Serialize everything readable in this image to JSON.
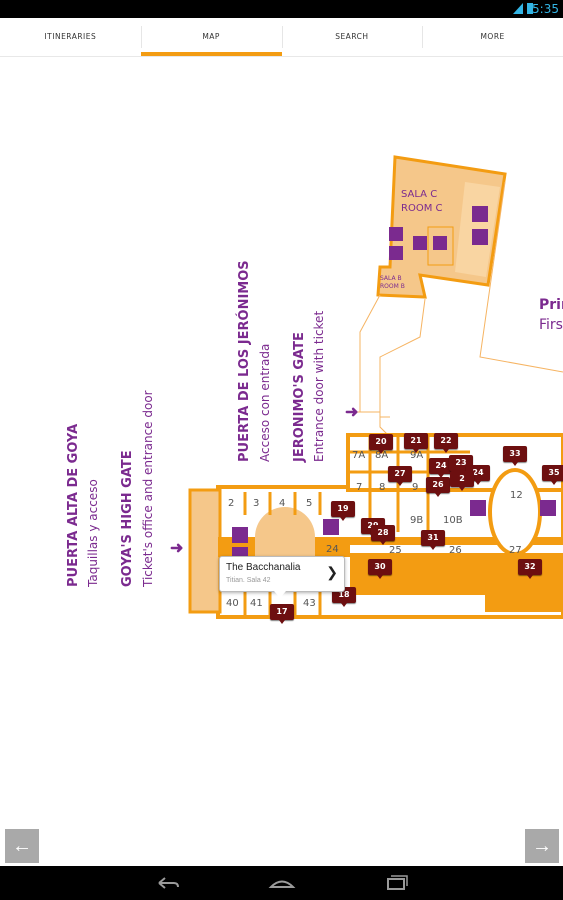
{
  "status": {
    "time": "5:35"
  },
  "tabs": [
    {
      "label": "ITINERARIES"
    },
    {
      "label": "MAP"
    },
    {
      "label": "SEARCH"
    },
    {
      "label": "MORE"
    }
  ],
  "map": {
    "goya_gate": {
      "name": "PUERTA ALTA DE GOYA",
      "sub": "Taquillas y acceso",
      "name_en": "GOYA'S HIGH GATE",
      "sub_en": "Ticket's office and entrance door"
    },
    "jeronimos_gate": {
      "name": "PUERTA DE LOS JERÓNIMOS",
      "sub": "Acceso con entrada",
      "name_en": "JERONIMO'S GATE",
      "sub_en": "Entrance door with ticket"
    },
    "sala_c": {
      "es": "SALA C",
      "en": "ROOM C"
    },
    "sala_b": {
      "es": "SALA B",
      "en": "ROOM B"
    },
    "floor_label": {
      "es": "Prim",
      "en": "Firs"
    },
    "room_numbers": [
      "7A",
      "8A",
      "9A",
      "2",
      "3",
      "4",
      "5",
      "7",
      "8",
      "9",
      "12",
      "9B",
      "10B",
      "24",
      "25",
      "26",
      "27",
      "40",
      "41",
      "43"
    ],
    "markers": [
      "20",
      "21",
      "22",
      "33",
      "27",
      "24",
      "23",
      "24",
      "26",
      "2",
      "35",
      "19",
      "29",
      "28",
      "31",
      "30",
      "32",
      "17",
      "18"
    ]
  },
  "callout": {
    "title": "The Bacchanalia",
    "subtitle": "Titian. Sala 42"
  },
  "colors": {
    "accent": "#f39c12",
    "purple": "#7b2a8f",
    "marker": "#6d0f10"
  }
}
